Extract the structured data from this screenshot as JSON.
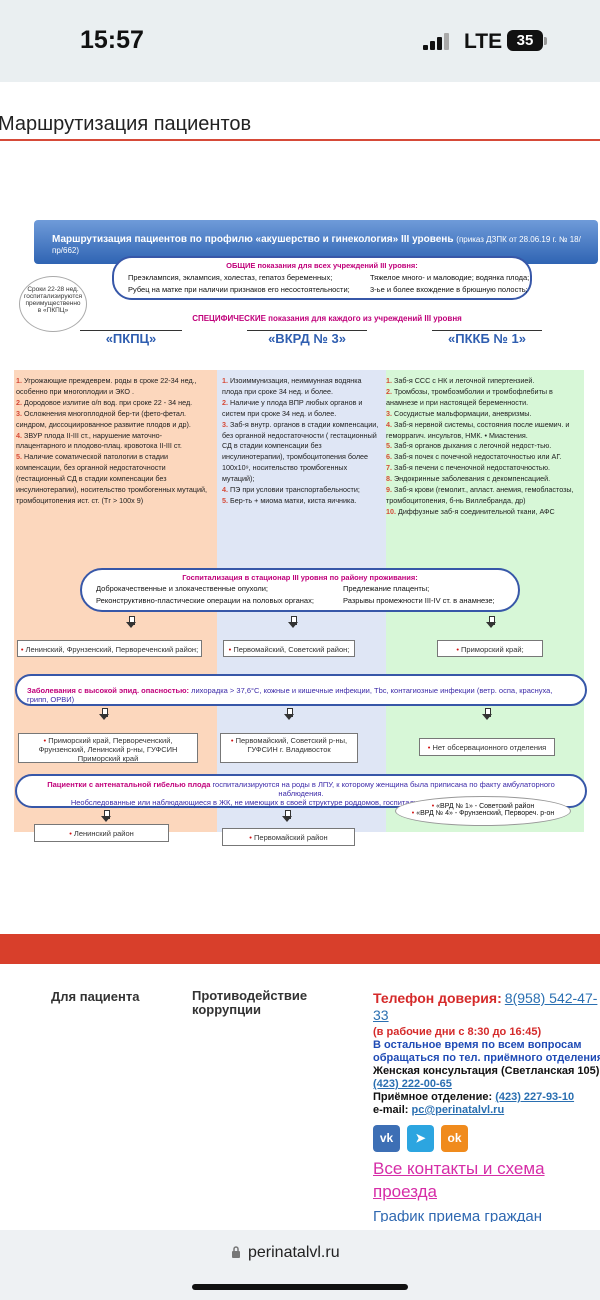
{
  "status": {
    "time": "15:57",
    "network": "LTE",
    "battery": "35"
  },
  "page": {
    "title": "Маршрутизация пациентов"
  },
  "infographic": {
    "header": "Маршрутизация пациентов по профилю «акушерство и гинекология» III уровень",
    "order": "(приказ ДЗПК от 28.06.19 г. № 18/пр/662)",
    "general_title": "ОБЩИЕ показания для всех учреждений III уровня:",
    "general_left": [
      "Преэклампсия, эклампсия, холестаз, гепатоз беременных;",
      "Рубец на матке при наличии признаков его несостоятельности;"
    ],
    "general_right": [
      "Тяжелое много- и маловодие; водянка плода;",
      "3-ье и более вхождение в брюшную полость;"
    ],
    "bubble": "Сроки 22-28 нед. госпитализируются преимущественно в «ПКПЦ»",
    "specific_title": "СПЕЦИФИЧЕСКИЕ показания для каждого из учреждений III уровня",
    "columns": [
      "«ПКПЦ»",
      "«ВКРД № 3»",
      "«ПККБ № 1»"
    ],
    "list_a": [
      {
        "n": "1.",
        "t": "Угрожающие преждеврем. роды в сроке 22-34 нед., особенно при многоплодии и ЭКО ."
      },
      {
        "n": "2.",
        "t": "Дородовое излитие о/п вод. при сроке 22 - 34 нед."
      },
      {
        "n": "3.",
        "t": "Осложнения многоплодной бер-ти (фето-фетал. синдром, диссоциированное развитие плодов и др)."
      },
      {
        "n": "4.",
        "t": "ЗВУР плода II-III ст., нарушение маточно-плацентарного и плодово-плац. кровотока II-III ст."
      },
      {
        "n": "5.",
        "t": "Наличие соматической патологии в стадии компенсации, без органной недостаточности (гестационный СД в стадии компенсации без инсулинотерапии), носительство тромбогенных мутаций, тромбоцитопения ист. ст. (Тг > 100х 9)"
      }
    ],
    "list_b": [
      {
        "n": "1.",
        "t": "Изоиммунизация, неиммунная водянка плода при сроке 34 нед. и более."
      },
      {
        "n": "2.",
        "t": "Наличие у плода ВПР любых органов и систем при сроке 34 нед. и более."
      },
      {
        "n": "3.",
        "t": "Заб-я внутр. органов в стадии компенсации, без органной недостаточности ( гестационный СД в стадии компенсации без инсулинотерапии), тромбоцитопения более 100х10⁹, носительство тромбогенных мутаций);"
      },
      {
        "n": "4.",
        "t": "ПЭ при условии транспортабельности;"
      },
      {
        "n": "5.",
        "t": "Бер-ть + миома матки, киста яичника."
      }
    ],
    "list_c": [
      {
        "n": "1.",
        "t": "Заб-я ССС с НК и легочной гипертензией."
      },
      {
        "n": "2.",
        "t": "Тромбозы, тромбоэмболии и тромбофлебиты в анамнезе и при настоящей беременности."
      },
      {
        "n": "3.",
        "t": "Сосудистые мальформации, аневризмы."
      },
      {
        "n": "4.",
        "t": "Заб-я нервной системы, состояния после ишемич. и геморрагич. инсультов, НМК.    • Миастения."
      },
      {
        "n": "5.",
        "t": "Заб-я органов дыхания с легочной недост-тью."
      },
      {
        "n": "6.",
        "t": "Заб-я почек с почечной недостаточностью или АГ."
      },
      {
        "n": "7.",
        "t": "Заб-я печени с печеночной недостаточностью."
      },
      {
        "n": "8.",
        "t": "Эндокринные заболевания с декомпенсацией."
      },
      {
        "n": "9.",
        "t": "Заб-я крови (гемолит., апласт. анемия, гемобластозы, тромбоцитопения, б-нь Виллебранда, др)"
      },
      {
        "n": "10.",
        "t": "Диффузные заб-я соединительной ткани, АФС"
      }
    ],
    "hosp_title": "Госпитализация в стационар III уровня по району проживания:",
    "hosp_left": [
      "Доброкачественные и злокачественные опухоли;",
      "Реконструктивно-пластические операции на половых органах;"
    ],
    "hosp_right": [
      "Предлежание плаценты;",
      "Разрывы промежности III-IV ст. в анамнезе;"
    ],
    "district_a": "Ленинский, Фрунзенский, Первореченский район;",
    "district_b": "Первомайский, Советский район;",
    "district_c": "Приморский край;",
    "epidem_title": "Заболевания с высокой эпид. опасностью:",
    "epidem_text": "лихорадка > 37,6°С, кожные и кишечные инфекции, Тbс, контагиозные инфекции (ветр. оспа, краснуха, грипп, ОРВИ)",
    "epi_a": "Приморский край, Первореченский, Фрунзенский, Ленинский р-ны,   ГУФСИН Приморский  край",
    "epi_b": "Первомайский, Советский р-ны, ГУФСИН г. Владивосток",
    "epi_c": "Нет обсервационного отделения",
    "ante_title": "Пациентки с антенатальной гибелью плода",
    "ante_text": "госпитализируются на роды в ЛПУ, к которому женщина была приписана по факту амбулаторного наблюдения.",
    "ante_text2": "Необследованные или наблюдающиеся в ЖК, не имеющих в своей структуре роддомов, госпитализируются по району проживания",
    "final_a": "Ленинский район",
    "final_b": "Первомайский район",
    "final_c1": "«ВРД № 1» - Советский район",
    "final_c2": "«ВРД № 4» - Фрунзенский, Первореч. р-он"
  },
  "footer": {
    "patient": "Для пациента",
    "corruption": "Противодействие коррупции",
    "hotline": "Телефон доверия:",
    "hotline_number": "8(958) 542-47-33",
    "workdays": "(в рабочие дни с 8:30 до 16:45)",
    "other_time": "В остальное время по всем вопросам обращаться по тел. приёмного отделения",
    "consultation": "Женская консультация (Светланская 105):",
    "consultation_phone": "(423) 222-00-65",
    "reception": "Приёмное отделение:",
    "reception_phone": "(423) 227-93-10",
    "email_label": "e-mail:",
    "email": "pc@perinatalvl.ru",
    "all_contacts": "Все контакты и схема проезда",
    "schedule": "График приема граждан"
  },
  "browser": {
    "url": "perinatalvl.ru"
  },
  "colors": {
    "accent": "#d83f2b",
    "link": "#2a6fb1"
  }
}
